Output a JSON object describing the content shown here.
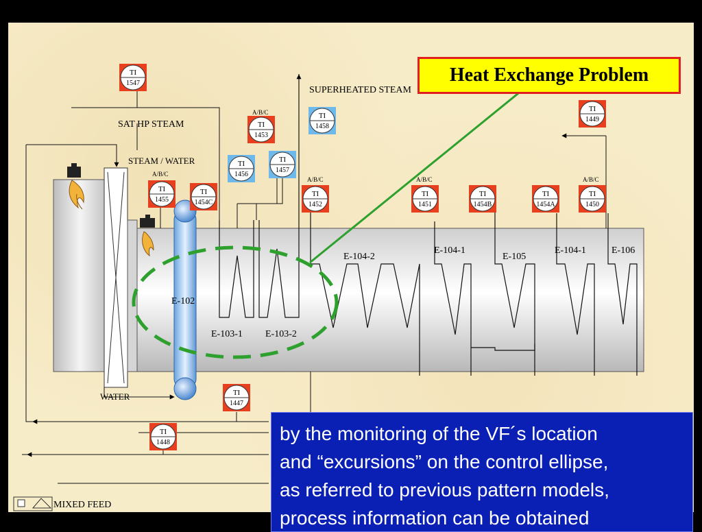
{
  "title": "Heat Exchange Problem",
  "note_lines": [
    "by the monitoring of the VF´s location",
    "and “excursions” on the control ellipse,",
    "as referred to previous pattern models,",
    "process information can be obtained"
  ],
  "stream_labels": {
    "superheated_steam": "SUPERHEATED STEAM",
    "sat_hp_steam": "SAT HP STEAM",
    "steam_water": "STEAM / WATER",
    "water": "WATER",
    "mixed_feed": "MIXED FEED"
  },
  "exchangers": {
    "e102": "E-102",
    "e103_1": "E-103-1",
    "e103_2": "E-103-2",
    "e104_2": "E-104-2",
    "e104_1a": "E-104-1",
    "e105": "E-105",
    "e104_1b": "E-104-1",
    "e106": "E-106"
  },
  "tag_prefix": "TI",
  "abc_label": "A/B/C",
  "instruments": {
    "ti1547": "1547",
    "ti1453": "1453",
    "ti1458": "1458",
    "ti1449": "1449",
    "ti1456": "1456",
    "ti1457": "1457",
    "ti1455": "1455",
    "ti1454c": "1454C",
    "ti1452": "1452",
    "ti1451": "1451",
    "ti1454b": "1454B",
    "ti1454a": "1454A",
    "ti1450": "1450",
    "ti1447": "1447",
    "ti1448": "1448"
  },
  "colors": {
    "title_bg": "#ffff00",
    "title_border": "#e02020",
    "note_bg": "#0a1fb4",
    "ellipse": "#2ea02e",
    "arrow": "#2ea02e",
    "instrument_red": "#e8401f",
    "instrument_blue": "#6fb8ea",
    "background": "#f7ecc8"
  }
}
